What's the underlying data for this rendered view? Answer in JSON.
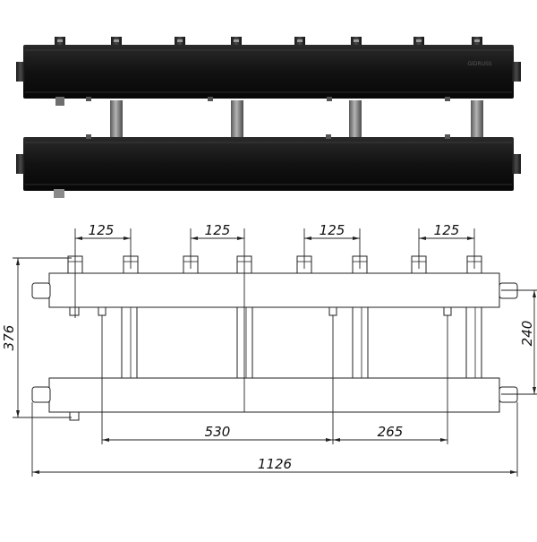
{
  "product": {
    "brand_mark": "GIDRUSS",
    "body_color": "#121212",
    "accent_color": "#8c8c8c",
    "pipe_color": "#7a7a7a"
  },
  "drawing": {
    "spacing_label": "125",
    "height_total_label": "376",
    "height_pipes_label": "240",
    "left_span_label": "530",
    "right_span_label": "265",
    "total_width_label": "1126"
  }
}
